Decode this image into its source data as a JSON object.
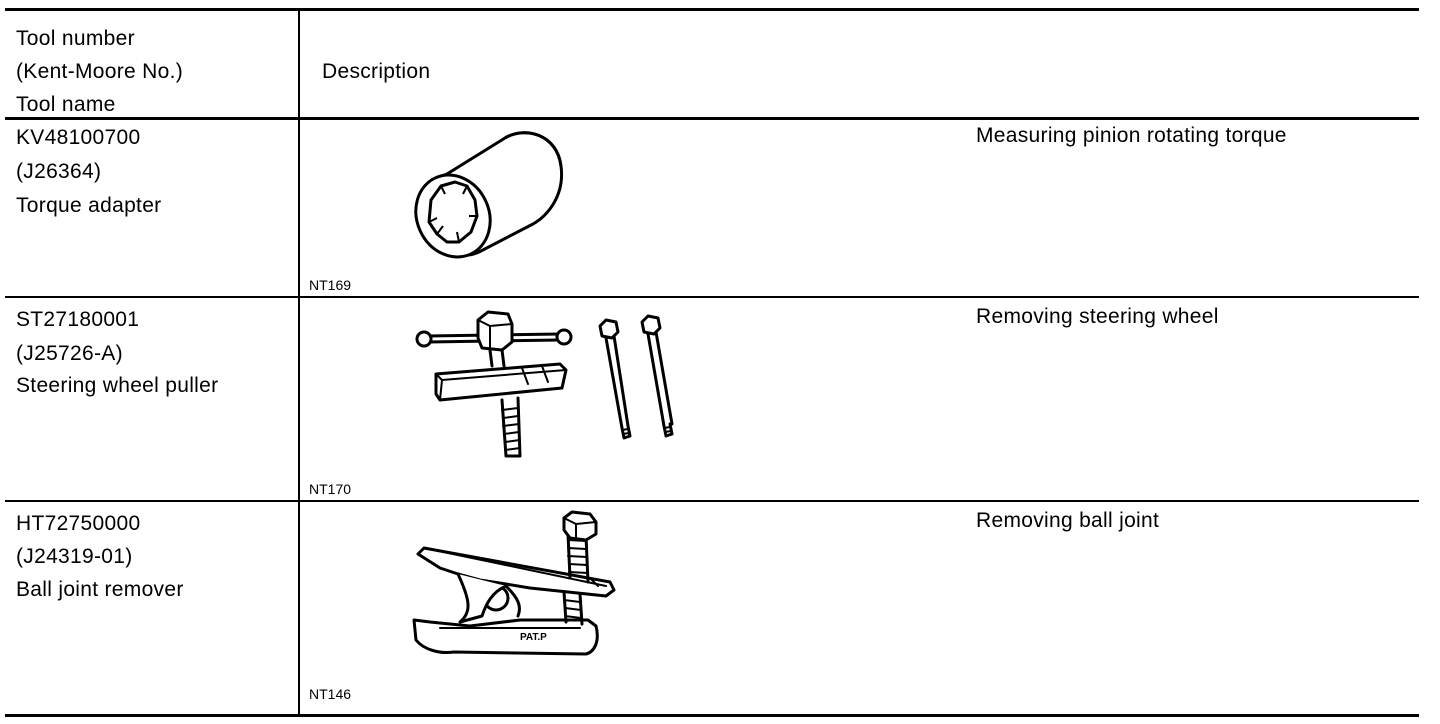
{
  "header": {
    "tool_lines": [
      "Tool number",
      "(Kent-Moore No.)",
      "Tool name"
    ],
    "description": "Description"
  },
  "rows": [
    {
      "tool_number": "KV48100700",
      "kent_moore": "(J26364)",
      "tool_name": "Torque adapter",
      "figure_code": "NT169",
      "description": "Measuring pinion rotating torque",
      "icon": "torque-adapter-sleeve"
    },
    {
      "tool_number": "ST27180001",
      "kent_moore": "(J25726-A)",
      "tool_name": "Steering wheel puller",
      "figure_code": "NT170",
      "description": "Removing steering wheel",
      "icon": "steering-wheel-puller"
    },
    {
      "tool_number": "HT72750000",
      "kent_moore": "(J24319-01)",
      "tool_name": "Ball joint remover",
      "figure_code": "NT146",
      "description": "Removing ball joint",
      "icon": "ball-joint-remover",
      "stamp": "PAT.P"
    }
  ]
}
